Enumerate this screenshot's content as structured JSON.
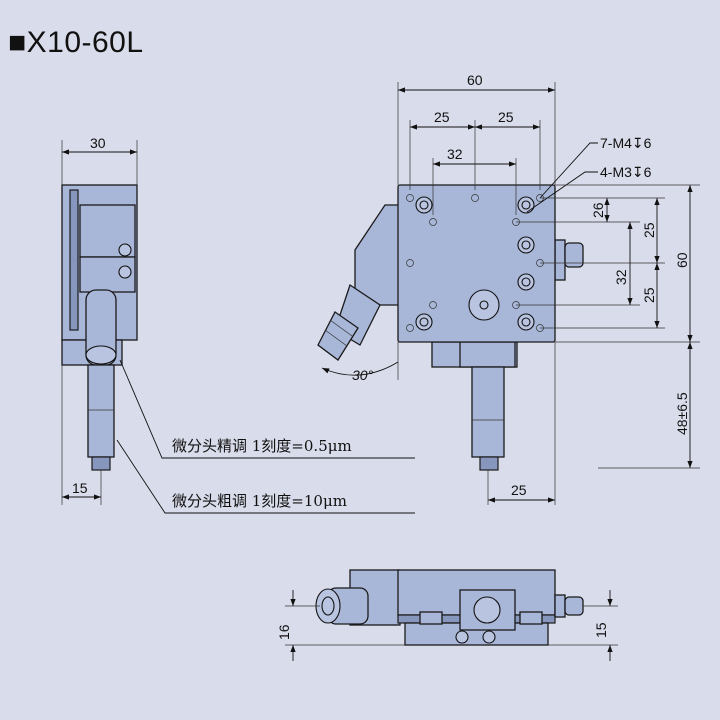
{
  "title": "■X10-60L",
  "notes": {
    "fine": "微分头精调 1刻度=0.5μm",
    "coarse": "微分头粗调 1刻度=10μm"
  },
  "callouts": {
    "m4": "7-M4↧6",
    "m3": "4-M3↧6"
  },
  "dimensions": {
    "left_width": "30",
    "left_bottom": "15",
    "top_width": "60",
    "top_25_left": "25",
    "top_25_right": "25",
    "top_32": "32",
    "right_26": "26",
    "right_25_top": "25",
    "right_32": "32",
    "right_25_bottom": "25",
    "right_60": "60",
    "right_48": "48±6.5",
    "bottom_25": "25",
    "angle": "30°",
    "side_16": "16",
    "side_15": "15"
  },
  "colors": {
    "background": "#d9dcea",
    "part": "#a8b6d8"
  }
}
